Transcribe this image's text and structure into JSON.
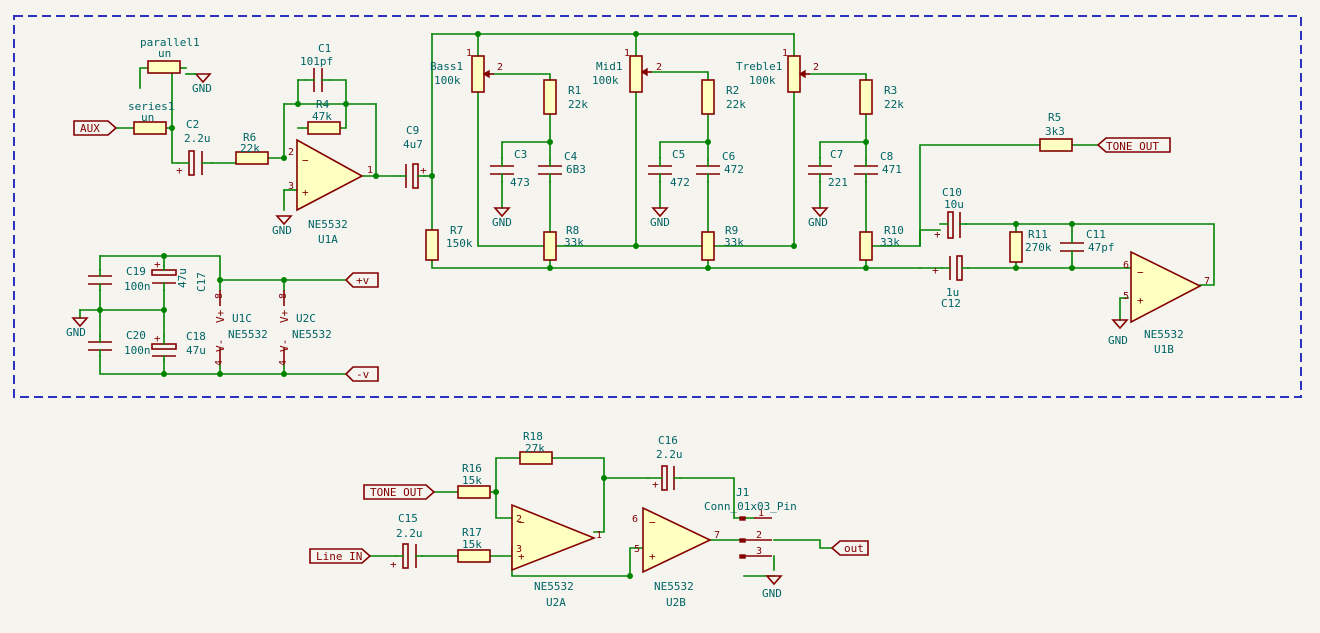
{
  "comp": {
    "parallel1": [
      "parallel1",
      "un"
    ],
    "series1": [
      "series1",
      "un"
    ],
    "c1": [
      "C1",
      "101pf"
    ],
    "r4": [
      "R4",
      "47k"
    ],
    "c2": [
      "C2",
      "2.2u"
    ],
    "r6": [
      "R6",
      "22k"
    ],
    "u1a": [
      "NE5532",
      "U1A"
    ],
    "c9": [
      "C9",
      "4u7"
    ],
    "bass1": [
      "Bass1",
      "100k"
    ],
    "mid1": [
      "Mid1",
      "100k"
    ],
    "treble1": [
      "Treble1",
      "100k"
    ],
    "r1": [
      "R1",
      "22k"
    ],
    "r2": [
      "R2",
      "22k"
    ],
    "r3": [
      "R3",
      "22k"
    ],
    "c3": [
      "C3",
      "473"
    ],
    "c4": [
      "C4",
      "6B3"
    ],
    "c5": [
      "C5",
      "472"
    ],
    "c6": [
      "C6",
      "472"
    ],
    "c7": [
      "C7",
      "221"
    ],
    "c8": [
      "C8",
      "471"
    ],
    "r7": [
      "R7",
      "150k"
    ],
    "r8": [
      "R8",
      "33k"
    ],
    "r9": [
      "R9",
      "33k"
    ],
    "r10": [
      "R10",
      "33k"
    ],
    "r5": [
      "R5",
      "3k3"
    ],
    "c10": [
      "C10",
      "10u"
    ],
    "r11": [
      "R11",
      "270k"
    ],
    "c11": [
      "C11",
      "47pf"
    ],
    "c12": [
      "C12",
      "1u"
    ],
    "u1b": [
      "NE5532",
      "U1B"
    ],
    "c19": [
      "C19",
      "100n"
    ],
    "c17": [
      "C17",
      "47u"
    ],
    "c20": [
      "C20",
      "100n"
    ],
    "c18": [
      "C18",
      "47u"
    ],
    "u1c": [
      "U1C",
      "NE5532"
    ],
    "u2c": [
      "U2C",
      "NE5532"
    ],
    "r18": [
      "R18",
      "27k"
    ],
    "r16": [
      "R16",
      "15k"
    ],
    "r17": [
      "R17",
      "15k"
    ],
    "c15": [
      "C15",
      "2.2u"
    ],
    "c16": [
      "C16",
      "2.2u"
    ],
    "u2a": [
      "NE5532",
      "U2A"
    ],
    "u2b": [
      "NE5532",
      "U2B"
    ],
    "j1": [
      "J1",
      "Conn_01x03_Pin"
    ]
  },
  "labels": {
    "aux": "AUX",
    "tone_out_1": "TONE OUT",
    "vpos": "+v",
    "vneg": "-v",
    "tone_out_2": "TONE OUT",
    "line_in": "Line IN",
    "out": "out"
  },
  "power": {
    "gnd": "GND",
    "vplus": "V+",
    "vminus": "V-"
  },
  "pins": {
    "p1": "1",
    "p2": "2",
    "p3": "3",
    "p4": "4",
    "p5": "5",
    "p6": "6",
    "p7": "7",
    "p8": "8",
    "plus": "+",
    "minus": "−"
  }
}
